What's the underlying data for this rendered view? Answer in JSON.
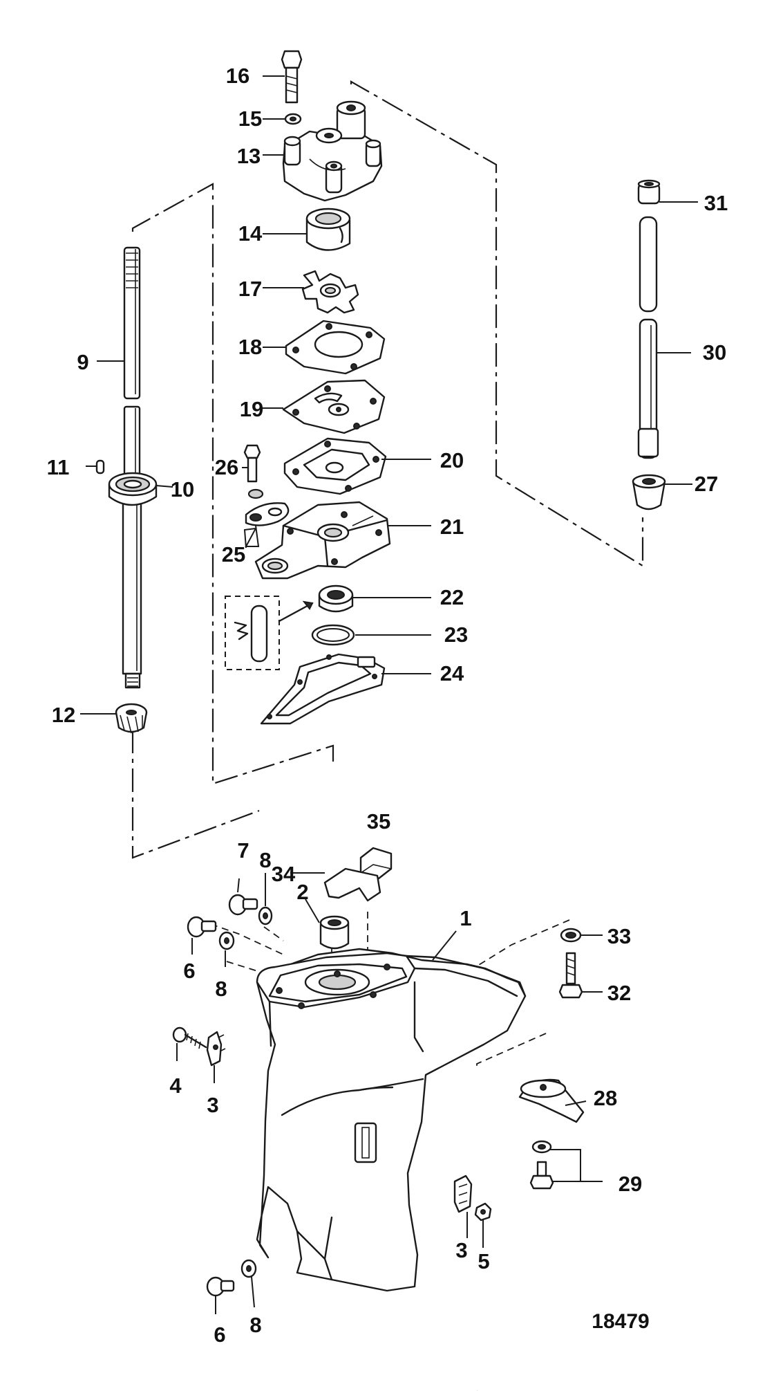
{
  "diagram": {
    "figure_number": "18479",
    "callouts": [
      {
        "key": "c16",
        "label": "16"
      },
      {
        "key": "c15",
        "label": "15"
      },
      {
        "key": "c13",
        "label": "13"
      },
      {
        "key": "c14",
        "label": "14"
      },
      {
        "key": "c17",
        "label": "17"
      },
      {
        "key": "c18",
        "label": "18"
      },
      {
        "key": "c19",
        "label": "19"
      },
      {
        "key": "c20",
        "label": "20"
      },
      {
        "key": "c21",
        "label": "21"
      },
      {
        "key": "c22",
        "label": "22"
      },
      {
        "key": "c23",
        "label": "23"
      },
      {
        "key": "c24",
        "label": "24"
      },
      {
        "key": "c25",
        "label": "25"
      },
      {
        "key": "c26",
        "label": "26"
      },
      {
        "key": "c9",
        "label": "9"
      },
      {
        "key": "c10",
        "label": "10"
      },
      {
        "key": "c11",
        "label": "11"
      },
      {
        "key": "c12",
        "label": "12"
      },
      {
        "key": "c31",
        "label": "31"
      },
      {
        "key": "c30",
        "label": "30"
      },
      {
        "key": "c27",
        "label": "27"
      },
      {
        "key": "c35",
        "label": "35"
      },
      {
        "key": "c34",
        "label": "34"
      },
      {
        "key": "c7",
        "label": "7"
      },
      {
        "key": "c8a",
        "label": "8"
      },
      {
        "key": "c2",
        "label": "2"
      },
      {
        "key": "c1",
        "label": "1"
      },
      {
        "key": "c33",
        "label": "33"
      },
      {
        "key": "c32",
        "label": "32"
      },
      {
        "key": "c6a",
        "label": "6"
      },
      {
        "key": "c8b",
        "label": "8"
      },
      {
        "key": "c4",
        "label": "4"
      },
      {
        "key": "c3a",
        "label": "3"
      },
      {
        "key": "c28",
        "label": "28"
      },
      {
        "key": "c29",
        "label": "29"
      },
      {
        "key": "c3b",
        "label": "3"
      },
      {
        "key": "c5",
        "label": "5"
      },
      {
        "key": "c6b",
        "label": "6"
      },
      {
        "key": "c8c",
        "label": "8"
      }
    ]
  }
}
